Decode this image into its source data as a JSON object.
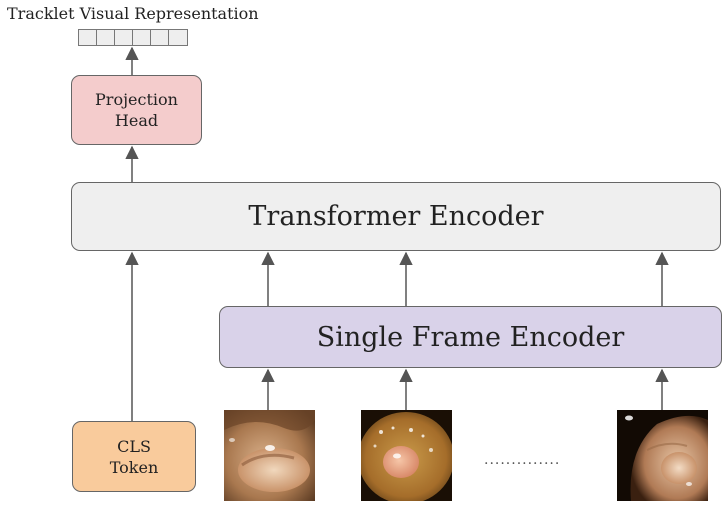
{
  "title": "Tracklet Visual Representation",
  "projection_head": {
    "line1": "Projection",
    "line2": "Head"
  },
  "transformer_encoder": "Transformer Encoder",
  "single_frame_encoder": "Single Frame Encoder",
  "cls_token": {
    "line1": "CLS",
    "line2": "Token"
  },
  "ellipsis": "..............",
  "output_vector_cells": 6,
  "colors": {
    "projection_head": "#f4cccc",
    "transformer_encoder": "#efefef",
    "single_frame_encoder": "#d9d2e9",
    "cls_token": "#f9cb9c",
    "arrow": "#555555"
  }
}
